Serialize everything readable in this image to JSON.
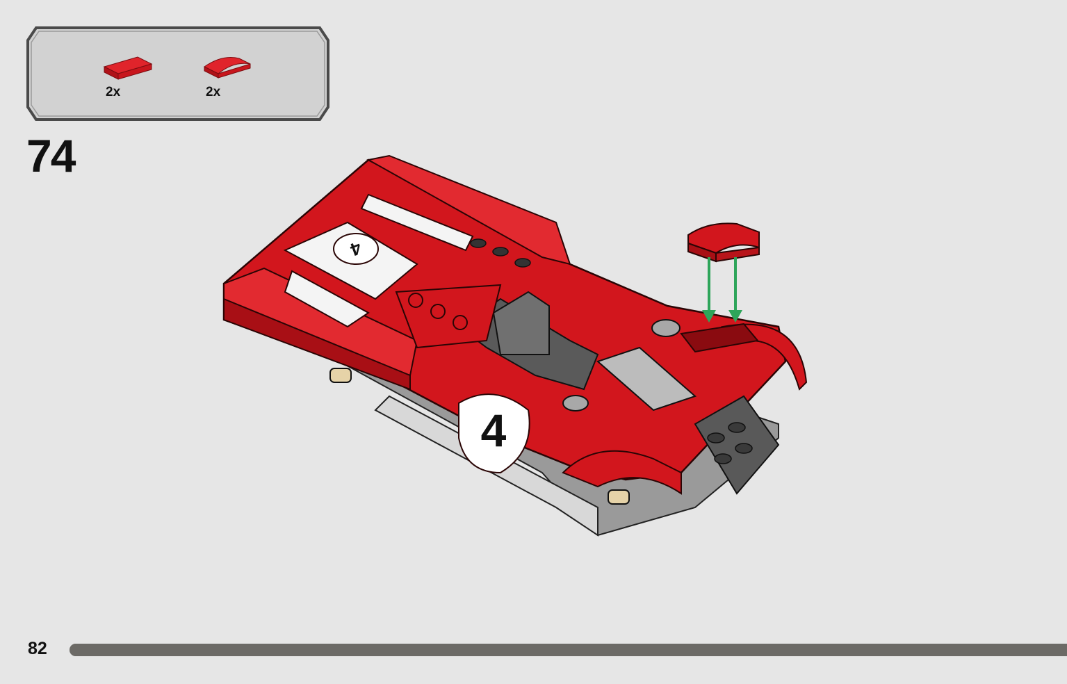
{
  "parts_callout": {
    "items": [
      {
        "icon": "red-tile-1x2-icon",
        "color": "#c8161d",
        "qty_label": "2x"
      },
      {
        "icon": "red-curved-slope-icon",
        "color": "#c8161d",
        "qty_label": "2x"
      }
    ]
  },
  "step": {
    "number": "74"
  },
  "model": {
    "icon": "red-race-car-model-icon",
    "body_color": "#c8161d",
    "car_number": "4",
    "arrow_color": "#2ea55a",
    "incoming_part_icon": "red-curved-slope-icon"
  },
  "footer": {
    "page_number": "82",
    "progress": 1.0
  }
}
